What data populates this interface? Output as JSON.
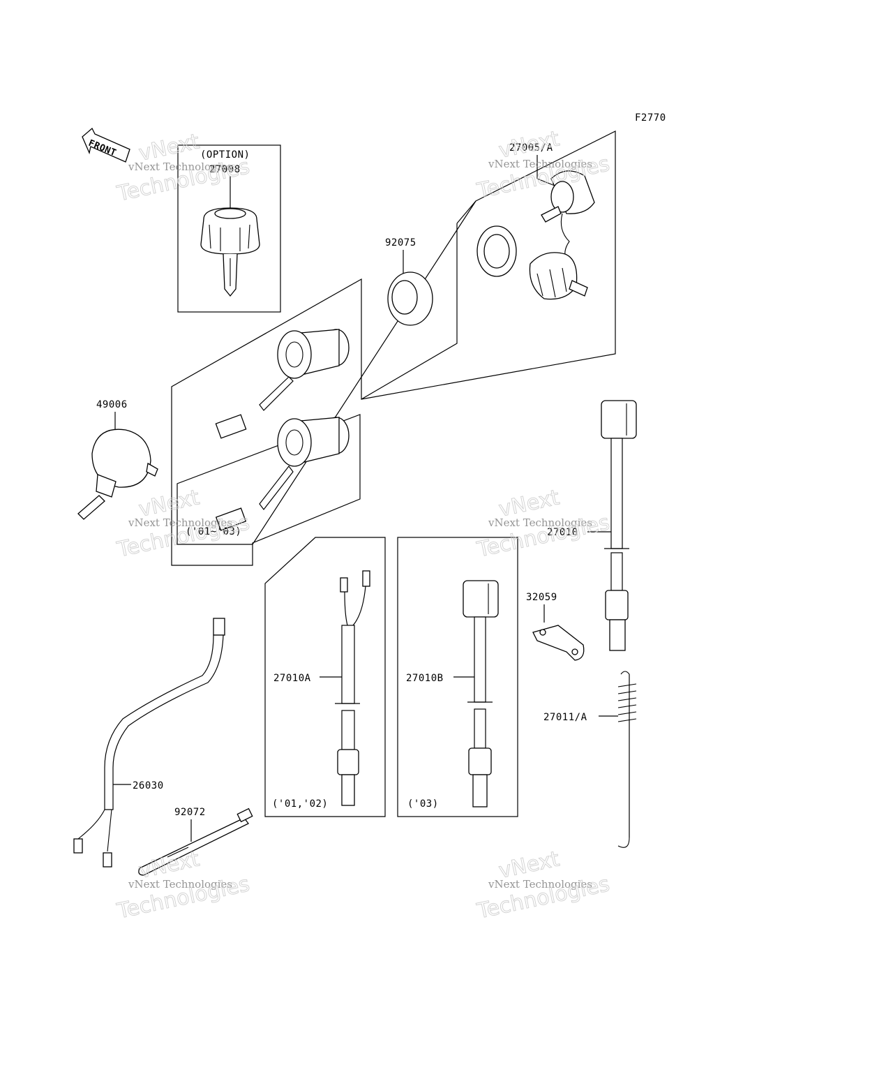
{
  "figure_id": "F2770",
  "front_label": "FRONT",
  "frames": {
    "option": "(OPTION)",
    "years_01_03": "('01~'03)",
    "years_01_02": "('01,'02)",
    "years_03": "('03)"
  },
  "parts": {
    "p27008": "27008",
    "p27005A": "27005/A",
    "p92075": "92075",
    "p49006": "49006",
    "p27010": "27010",
    "p32059": "32059",
    "p27010A": "27010A",
    "p27010B": "27010B",
    "p27011A": "27011/A",
    "p26030": "26030",
    "p92072": "92072"
  },
  "watermark": {
    "line1": "vNext Technologies",
    "line2": "vNext",
    "line3": "Technologies"
  }
}
